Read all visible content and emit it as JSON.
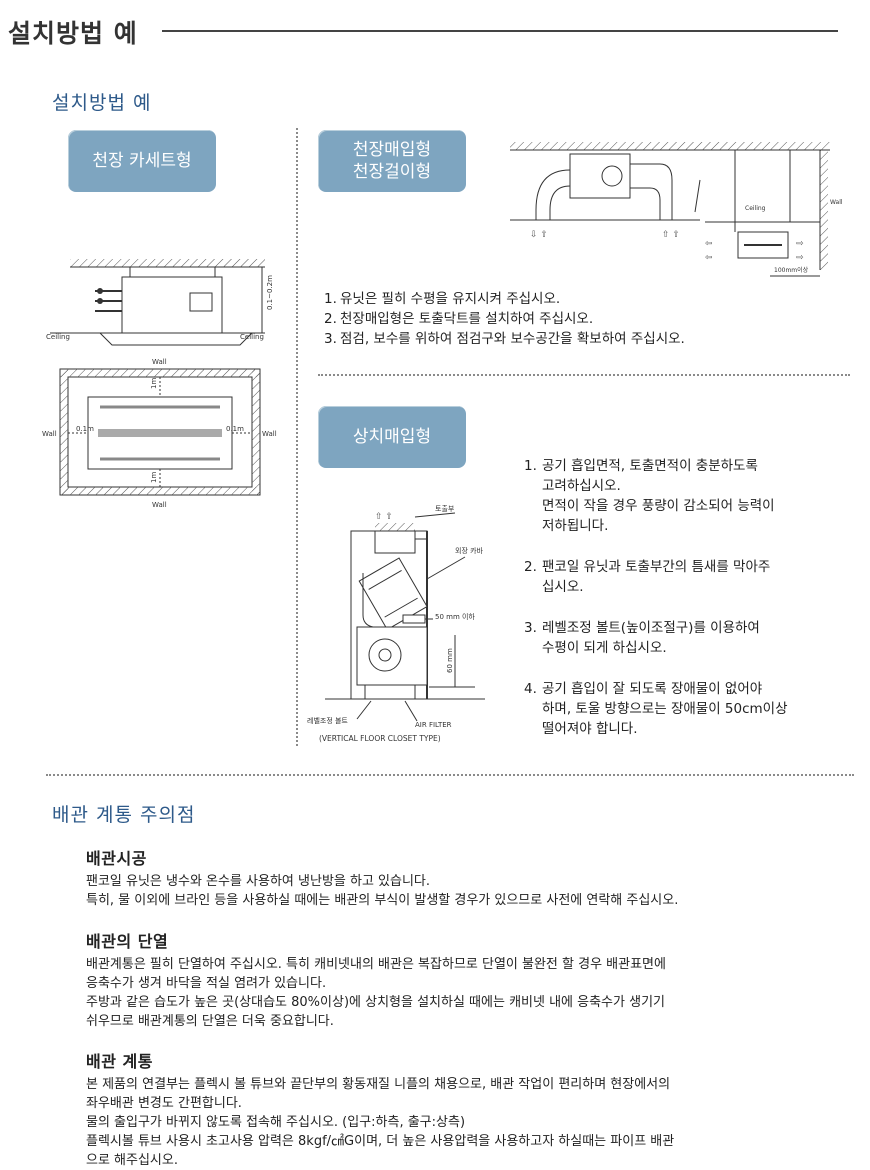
{
  "header": {
    "title": "설치방법 예"
  },
  "install": {
    "title": "설치방법 예",
    "cassette": {
      "label": "천장 카세트형",
      "side_diagram": {
        "ceiling_left": "Ceiling",
        "ceiling_right": "Ceiling",
        "height_dim": "0.1~0.2m"
      },
      "top_diagram": {
        "wall_top": "Wall",
        "wall_bottom": "Wall",
        "wall_left": "Wall",
        "wall_right": "Wall",
        "dim_left": "0.1m",
        "dim_right": "0.1m",
        "dim_top": "1m",
        "dim_bottom": "1m"
      }
    },
    "ceiling_concealed": {
      "label_line1": "천장매입형",
      "label_line2": "천장걸이형",
      "diagram": {
        "ceiling": "Ceiling",
        "wall": "Wall",
        "dim": "100mm이상"
      },
      "notes": [
        {
          "num": "1.",
          "text": "유닛은 필히 수평을 유지시켜 주십시오."
        },
        {
          "num": "2.",
          "text": "천장매입형은 토출닥트를 설치하여 주십시오."
        },
        {
          "num": "3.",
          "text": "점검, 보수를 위하여 점검구와 보수공간을 확보하여 주십시오."
        }
      ]
    },
    "floor_concealed": {
      "label": "상치매입형",
      "diagram": {
        "outlet": "토출부",
        "cover": "외장 카바",
        "gap": "50 mm 이하",
        "height": "60 mm",
        "bolt": "레벨조정 볼트",
        "filter": "AIR FILTER",
        "caption": "(VERTICAL FLOOR CLOSET TYPE)"
      },
      "notes": [
        {
          "num": "1.",
          "lines": [
            "공기 흡입면적, 토출면적이 충분하도록",
            "고려하십시오.",
            "면적이 작을 경우 풍량이 감소되어 능력이",
            "저하됩니다."
          ]
        },
        {
          "num": "2.",
          "lines": [
            "팬코일 유닛과 토출부간의 틈새를 막아주",
            "십시오."
          ]
        },
        {
          "num": "3.",
          "lines": [
            "레벨조정 볼트(높이조절구)를 이용하여",
            "수평이 되게 하십시오."
          ]
        },
        {
          "num": "4.",
          "lines": [
            "공기 흡입이 잘 되도록 장애물이 없어야",
            "하며, 토울 방향으로는 장애물이 50cm이상",
            "떨어져야 합니다."
          ]
        }
      ]
    }
  },
  "piping": {
    "title": "배관 계통 주의점",
    "blocks": [
      {
        "heading": "배관시공",
        "lines": [
          "팬코일 유닛은 냉수와 온수를 사용하여 냉난방을 하고 있습니다.",
          "특히, 물 이외에 브라인 등을 사용하실 때에는 배관의 부식이 발생할 경우가 있으므로 사전에 연락해 주십시오."
        ]
      },
      {
        "heading": "배관의 단열",
        "lines": [
          "배관계통은 필히 단열하여 주십시오. 특히 캐비넷내의 배관은 복잡하므로 단열이 불완전 할 경우 배관표면에",
          "응축수가 생겨 바닥을 적실 염려가 있습니다.",
          "주방과 같은 습도가 높은 곳(상대습도 80%이상)에 상치형을 설치하실 때에는 캐비넷 내에 응축수가 생기기",
          "쉬우므로 배관계통의 단열은 더욱 중요합니다."
        ]
      },
      {
        "heading": "배관 계통",
        "lines": [
          "본 제품의 연결부는 플렉시 볼 튜브와 끝단부의 황동재질 니플의 채용으로, 배관 작업이 편리하며 현장에서의",
          "좌우배관 변경도 간편합니다.",
          "물의 출입구가 바뀌지 않도록 접속해 주십시오. (입구:하측, 출구:상측)",
          "플렉시볼 튜브 사용시 초고사용 압력은 8kgf/㎠G이며, 더 높은 사용압력을 사용하고자 하실때는 파이프 배관",
          "으로 해주십시오."
        ]
      }
    ]
  }
}
